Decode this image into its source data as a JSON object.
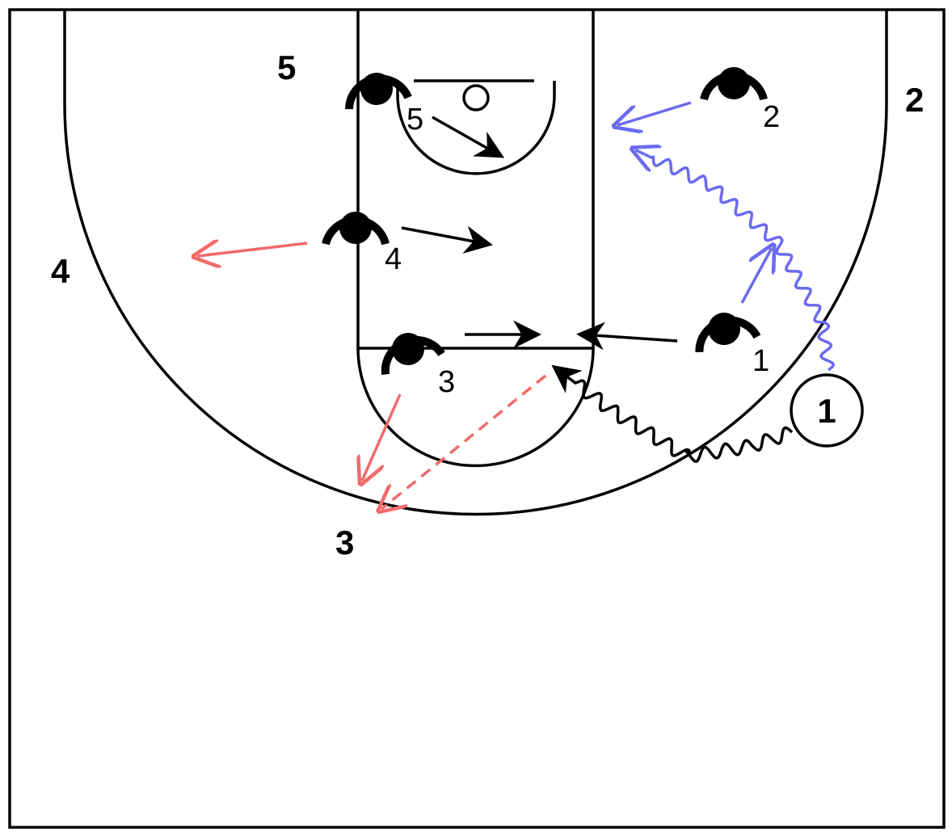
{
  "colors": {
    "court": "#000000",
    "blue": "#6b6bf0",
    "red": "#f26a6a",
    "black": "#000000"
  },
  "offense_labels": {
    "p5": "5",
    "p2": "2",
    "p4": "4",
    "p3": "3",
    "p1": "1"
  },
  "defense_labels": {
    "d5": "5",
    "d2": "2",
    "d4": "4",
    "d3": "3",
    "d1": "1"
  },
  "icons": {
    "defender": "defender-icon",
    "ball_handler": "ball-handler-circle"
  }
}
